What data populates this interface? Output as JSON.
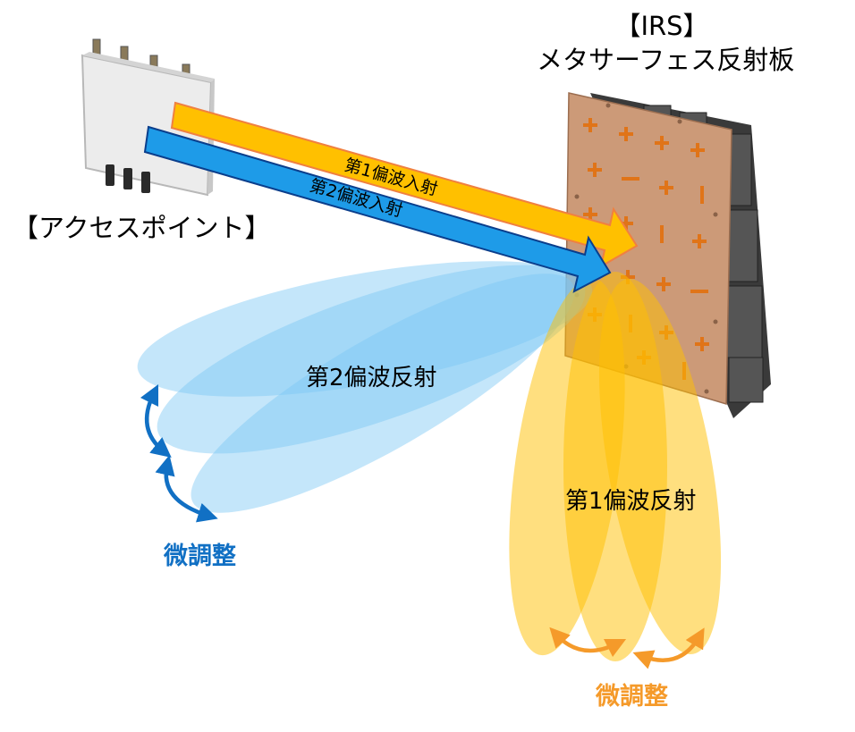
{
  "irs": {
    "title_line1": "【IRS】",
    "title_line2": "メタサーフェス反射板"
  },
  "access_point": {
    "label": "【アクセスポイント】"
  },
  "incident": {
    "pol1": "第1偏波入射",
    "pol2": "第2偏波入射"
  },
  "reflection": {
    "pol1": "第1偏波反射",
    "pol2": "第2偏波反射"
  },
  "fine_adjust": {
    "blue": "微調整",
    "orange": "微調整"
  },
  "colors": {
    "orange_beam": "#ffc000",
    "orange_beam_light": "#ffd75e",
    "blue_beam": "#1e9be8",
    "blue_beam_light": "#7cc8f5",
    "arrow_blue": "#1170c4",
    "arrow_orange": "#f59a2a",
    "panel": "#cc9a78",
    "panel_element": "#e07418"
  }
}
